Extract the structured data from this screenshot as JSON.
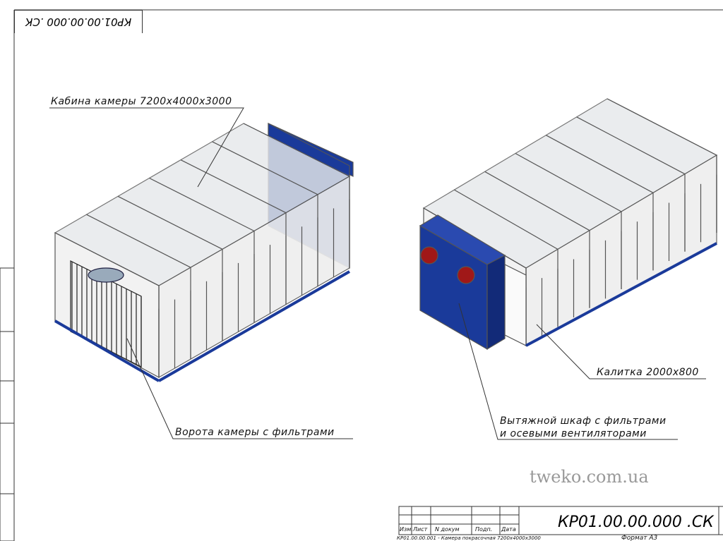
{
  "drawing": {
    "code": "КР01.00.00.000 .СК",
    "stamp_code": "КР01.00.00.000 .СК",
    "format": "Формат А3",
    "file_ref": "КР01.00.00.001 - Камера покрасочная 7200x4000x3000"
  },
  "labels": {
    "cabin": "Кабина камеры 7200x4000x3000",
    "gate": "Ворота камеры с фильтрами",
    "wicket": "Калитка 2000x800",
    "cabinet_line1": "Вытяжной шкаф с фильтрами",
    "cabinet_line2": "и осевыми вентиляторами"
  },
  "title_block": {
    "izm": "Изм.",
    "list": "Лист",
    "ndoc": "N докум",
    "podp": "Подп.",
    "data": "Дата"
  },
  "watermark": "tweko.com.ua",
  "colors": {
    "cabinet": "#1a3a9a",
    "fan": "#a01818",
    "frame": "#555555"
  }
}
